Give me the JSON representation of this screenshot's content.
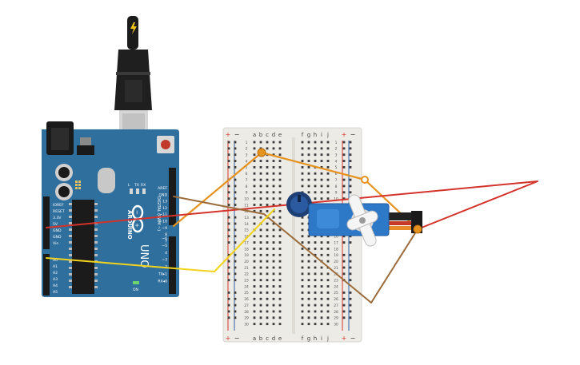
{
  "colors": {
    "arduino_board": "#2f6f9e",
    "breadboard": "#ecebe6",
    "rail_red": "#d9342b",
    "rail_blue": "#2f5fa8",
    "wire_orange": "#e6921e",
    "wire_red": "#d3332b",
    "wire_brown": "#9b6b3a",
    "wire_yellow": "#f2d41c",
    "servo_body": "#2e78c8"
  },
  "arduino": {
    "brand": "ARDUINO",
    "model": "UNO",
    "digital_label": "DIGITAL (PWM ~)",
    "analog_label": "ANALOG IN",
    "power_label": "POWER",
    "on_label": "ON",
    "tx_label": "TX",
    "rx_label": "RX",
    "l_label": "L",
    "power_pins": [
      "IOREF",
      "RESET",
      "3.3V",
      "5V",
      "GND",
      "GND",
      "Vin"
    ],
    "analog_pins": [
      "A0",
      "A1",
      "A2",
      "A3",
      "A4",
      "A5"
    ],
    "digital_pins": [
      "AREF",
      "GND",
      "13",
      "12",
      "~11",
      "~10",
      "~9",
      "8",
      "7",
      "~6",
      "~5",
      "4",
      "~3",
      "2",
      "TX▸1",
      "RX◂0"
    ]
  },
  "breadboard": {
    "rail_plus": "+",
    "rail_minus": "−",
    "left_columns": [
      "a",
      "b",
      "c",
      "d",
      "e"
    ],
    "right_columns": [
      "f",
      "g",
      "h",
      "i",
      "j"
    ],
    "row_count": 30
  },
  "icons": {
    "usb": "usb-lightning-icon"
  }
}
